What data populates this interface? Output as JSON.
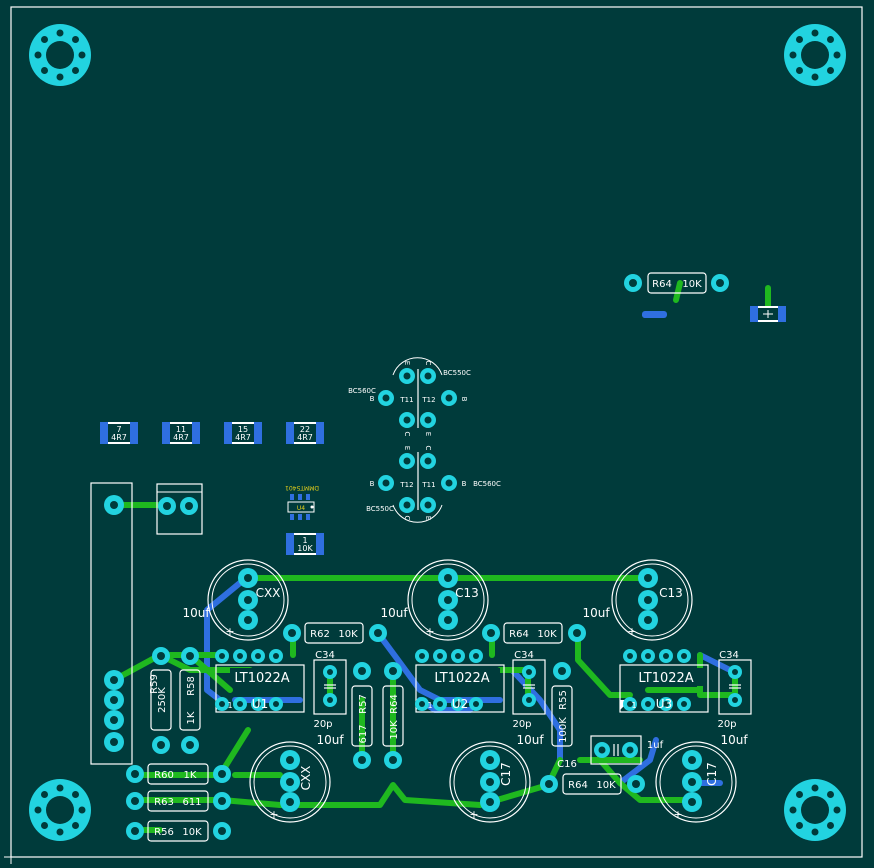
{
  "colors": {
    "board": "#003b3b",
    "outline": "#ffffff",
    "pad": "#22d3e0",
    "top_copper": "#1fb81f",
    "bottom_copper": "#2f6fe0",
    "silk": "#ffffff",
    "smd_pad": "#2f6fe0",
    "yellow_silk": "#e8d21a"
  },
  "labels": {
    "cap_10uf": "10uf",
    "cap_1uf": "1uf",
    "cap_20p": "20p",
    "c34": "C34",
    "c13": "C13",
    "c17": "C17",
    "cxx": "CXX",
    "c16": "C16",
    "ic_part": "LT1022A",
    "u1": "U1",
    "u2": "U2",
    "u3": "U3",
    "pin1": "1",
    "r62": "R62",
    "r64": "R64",
    "r60": "R60",
    "r63": "R63",
    "r56": "R56",
    "r59": "R59",
    "r58": "R58",
    "r57": "R57",
    "r55": "R55",
    "v10k": "10K",
    "v1k": "1K",
    "v611": "611",
    "v250k": "250K",
    "v617": "617",
    "v100k": "100K",
    "bc560c": "BC560C",
    "bc550c": "BC550C",
    "t11": "T11",
    "t12": "T12",
    "pin_e": "E",
    "pin_c": "C",
    "pin_b": "B",
    "smd_7": "7",
    "smd_11": "11",
    "smd_15": "15",
    "smd_22": "22",
    "v4r7": "4R7",
    "smd_1": "1",
    "dmmt": "DMMT5401",
    "u4": "U4"
  }
}
